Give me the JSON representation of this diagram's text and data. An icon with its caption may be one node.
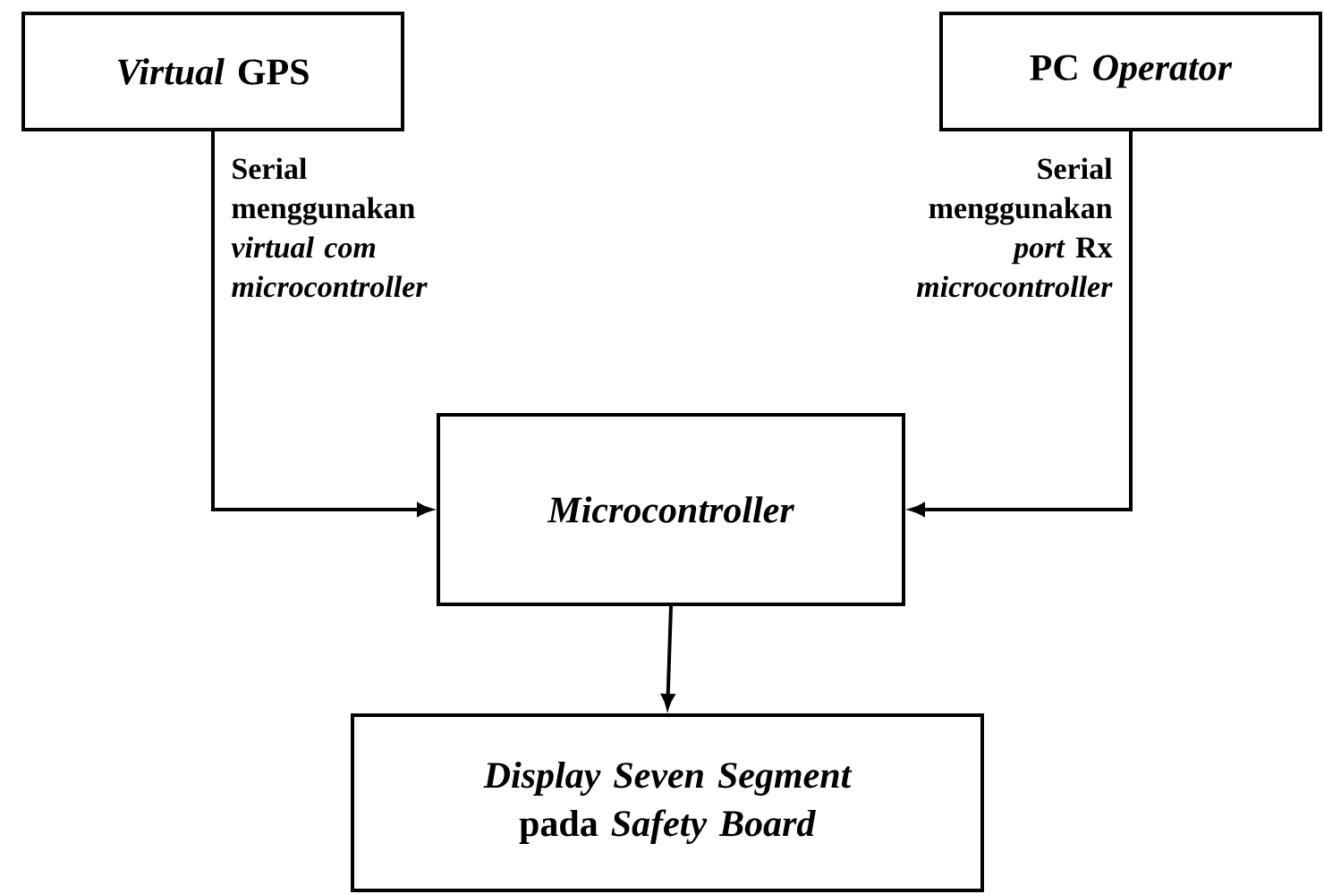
{
  "diagram": {
    "nodes": [
      {
        "text": [
          "*Virtual* GPS"
        ]
      },
      {
        "text": [
          "PC *Operator*"
        ]
      },
      {
        "text": [
          "Microcontroller"
        ]
      },
      {
        "text": [
          "*Display Seven Segment* pada *Safety Board*"
        ]
      }
    ],
    "edges": [
      {
        "from": 0,
        "to": 2,
        "arrow": "to",
        "label": "Serial menggunakan *virtual com microcontroller*"
      },
      {
        "from": 1,
        "to": 2,
        "arrow": "to",
        "label": "Serial menggunakan *port* Rx *microcontroller*"
      },
      {
        "from": 2,
        "to": 3,
        "arrow": "to"
      }
    ]
  }
}
